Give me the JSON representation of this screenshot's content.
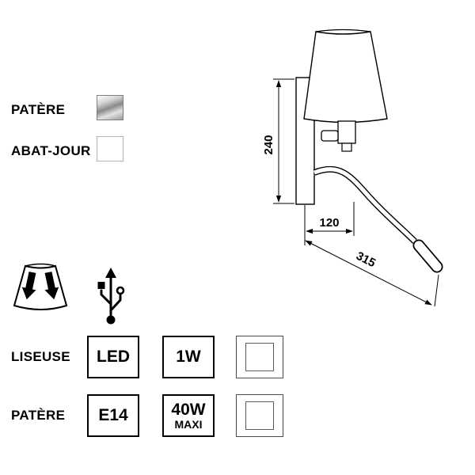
{
  "legend": {
    "patere": {
      "label": "PATÈRE",
      "swatch_color": "chrome"
    },
    "abat_jour": {
      "label": "ABAT-JOUR",
      "swatch_color": "#ffffff"
    }
  },
  "drawing": {
    "dim_height": "240",
    "dim_width": "120",
    "dim_depth": "315"
  },
  "icons": {
    "shade_icon": "adjustable-lampshade",
    "usb_icon": "usb-port"
  },
  "specs": [
    {
      "row_label": "LISEUSE",
      "socket": "LED",
      "wattage": "1W",
      "wattage_sub": "",
      "swatch_color": "#ffffff"
    },
    {
      "row_label": "PATÈRE",
      "socket": "E14",
      "wattage": "40W",
      "wattage_sub": "MAXI",
      "swatch_color": "#ffffff"
    }
  ],
  "colors": {
    "line": "#000000",
    "background": "#ffffff",
    "chrome_light": "#ffffff",
    "chrome_dark": "#8a8a8a"
  }
}
